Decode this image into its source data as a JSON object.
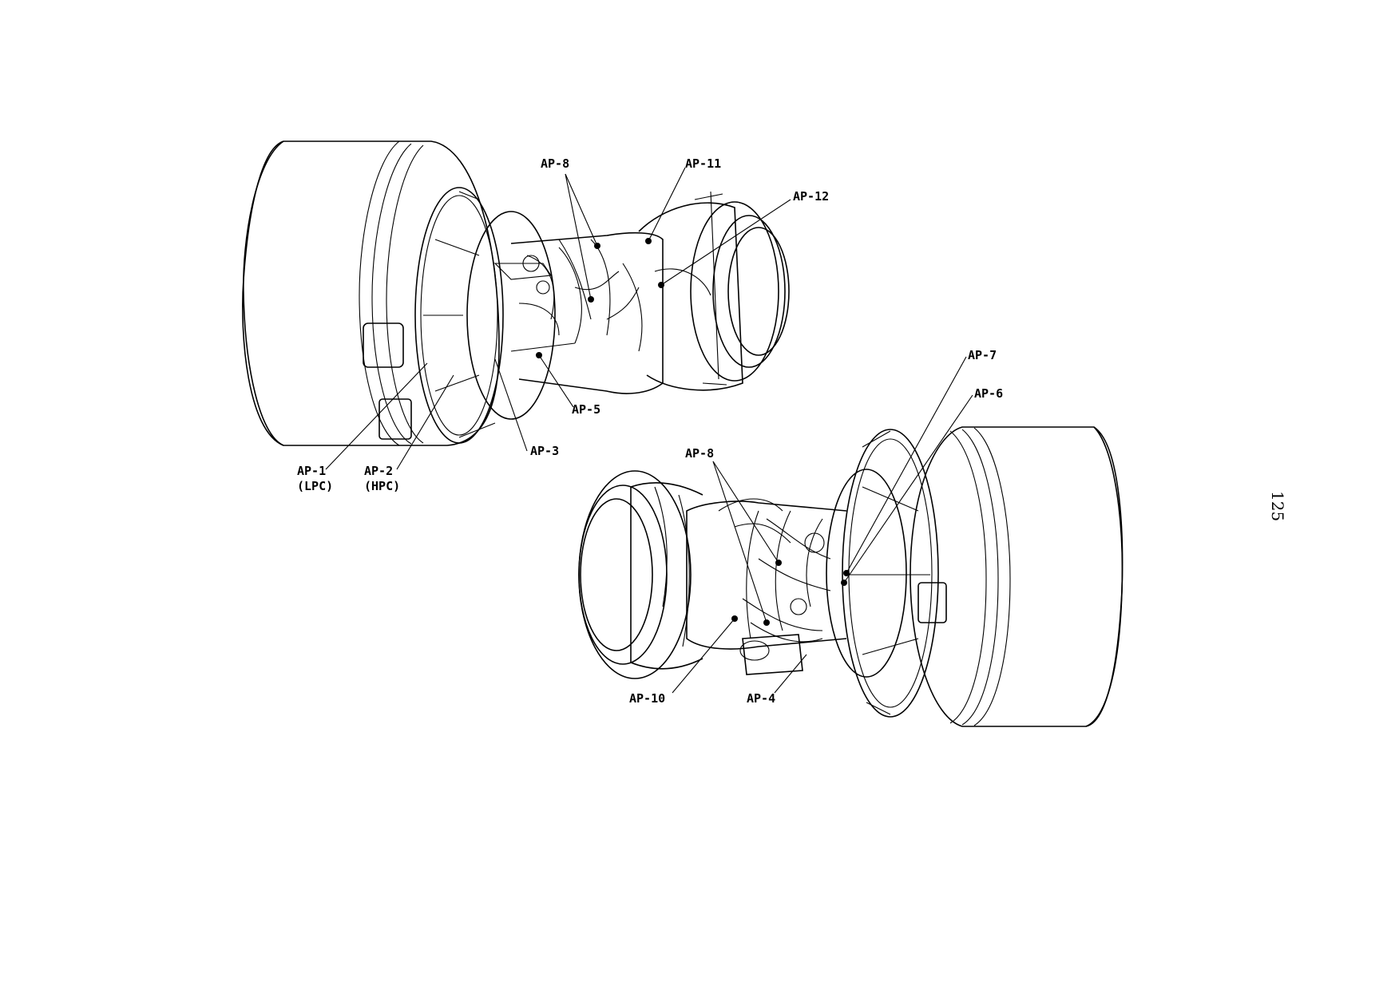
{
  "page_number": "125",
  "callouts": {
    "ap1": "AP-1",
    "ap1_sub": "(LPC)",
    "ap2": "AP-2",
    "ap2_sub": "(HPC)",
    "ap3": "AP-3",
    "ap4": "AP-4",
    "ap5": "AP-5",
    "ap6": "AP-6",
    "ap7": "AP-7",
    "ap8_upper": "AP-8",
    "ap8_lower": "AP-8",
    "ap10": "AP-10",
    "ap11": "AP-11",
    "ap12": "AP-12"
  }
}
